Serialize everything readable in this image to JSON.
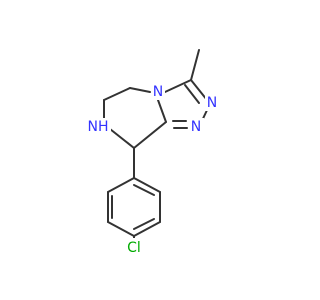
{
  "diagram_type": "chemical-structure",
  "labels": {
    "nitrogen_1": "N",
    "nitrogen_2": "N",
    "nitrogen_3": "N",
    "amine_nh": "NH",
    "chlorine": "Cl"
  },
  "colors": {
    "bond": "#333333",
    "nitrogen": "#3333ff",
    "chlorine": "#00aa00",
    "background": "#ffffff"
  }
}
